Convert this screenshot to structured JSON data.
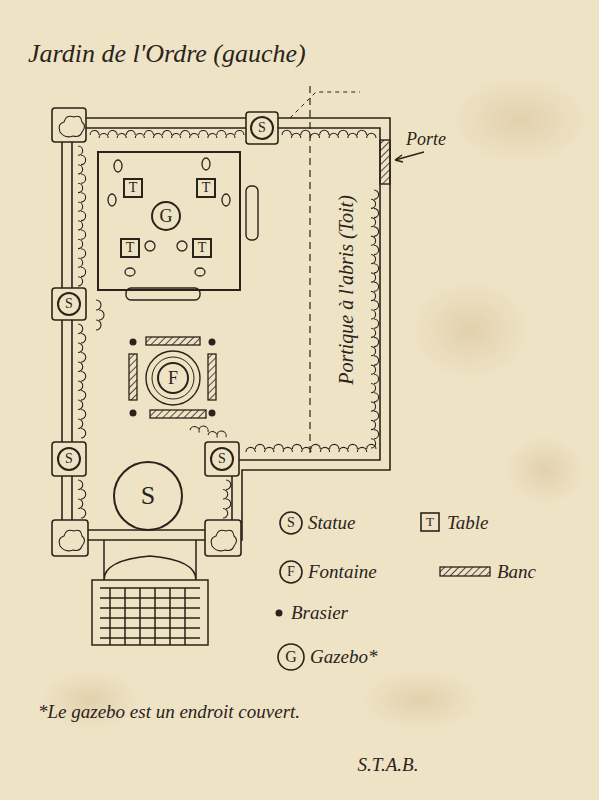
{
  "diagram": {
    "title": "Jardin de l'Ordre (gauche)",
    "nodes": [
      {
        "text": [
          "S"
        ]
      },
      {
        "text": [
          "T"
        ]
      },
      {
        "text": [
          "T"
        ]
      },
      {
        "text": [
          "G"
        ]
      },
      {
        "text": [
          "T"
        ]
      },
      {
        "text": [
          "T"
        ]
      },
      {
        "text": [
          "S"
        ]
      },
      {
        "text": [
          "F"
        ]
      },
      {
        "text": [
          "S"
        ]
      },
      {
        "text": [
          "S"
        ]
      },
      {
        "text": [
          "S"
        ]
      }
    ],
    "labels": [
      "Porte",
      "Portique à l'abris (Toit)",
      "S",
      "T",
      "F",
      "G",
      "*Le gazebo est un endroit couvert.",
      "S.T.A.B."
    ],
    "legend": [
      {
        "text": "Statue"
      },
      {
        "text": "Table"
      },
      {
        "text": "Fontaine"
      },
      {
        "text": "Banc"
      },
      {
        "text": "Brasier"
      },
      {
        "text": "Gazebo*"
      }
    ]
  }
}
